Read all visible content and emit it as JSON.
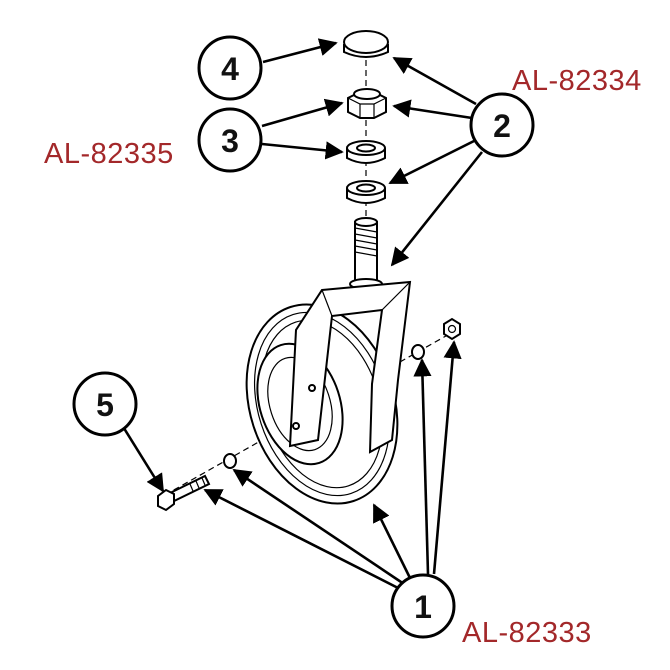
{
  "callouts": {
    "c1": "1",
    "c2": "2",
    "c3": "3",
    "c4": "4",
    "c5": "5"
  },
  "part_numbers": {
    "p1": "AL-82333",
    "p2": "AL-82334",
    "p3": "AL-82335"
  },
  "colors": {
    "part_number_text": "#a3282a",
    "lines": "#000000",
    "background": "#ffffff"
  }
}
